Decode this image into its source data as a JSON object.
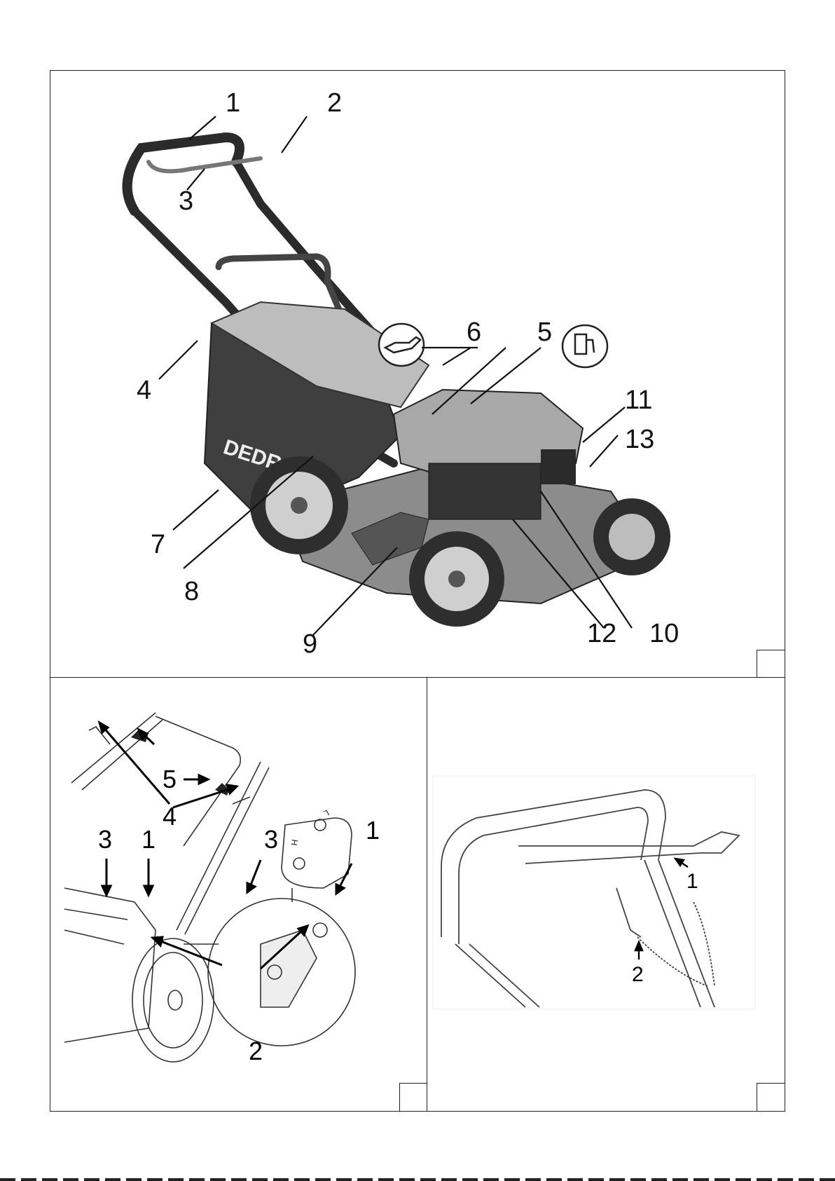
{
  "figure1": {
    "brand": "DEDRA",
    "labels": [
      "1",
      "2",
      "3",
      "4",
      "5",
      "6",
      "7",
      "8",
      "9",
      "10",
      "11",
      "13",
      "12"
    ],
    "oil_icon": "oil-can-icon",
    "fuel_icon": "fuel-pump-icon"
  },
  "figure2": {
    "labels": [
      "5",
      "4",
      "3",
      "1",
      "3",
      "1",
      "2"
    ],
    "detail_marks": [
      "L",
      "H"
    ]
  },
  "figure3": {
    "labels": [
      "1",
      "2"
    ]
  },
  "colors": {
    "line": "#222222",
    "mower_body": "#9a9a9a",
    "bag": "#3a3a3a"
  }
}
